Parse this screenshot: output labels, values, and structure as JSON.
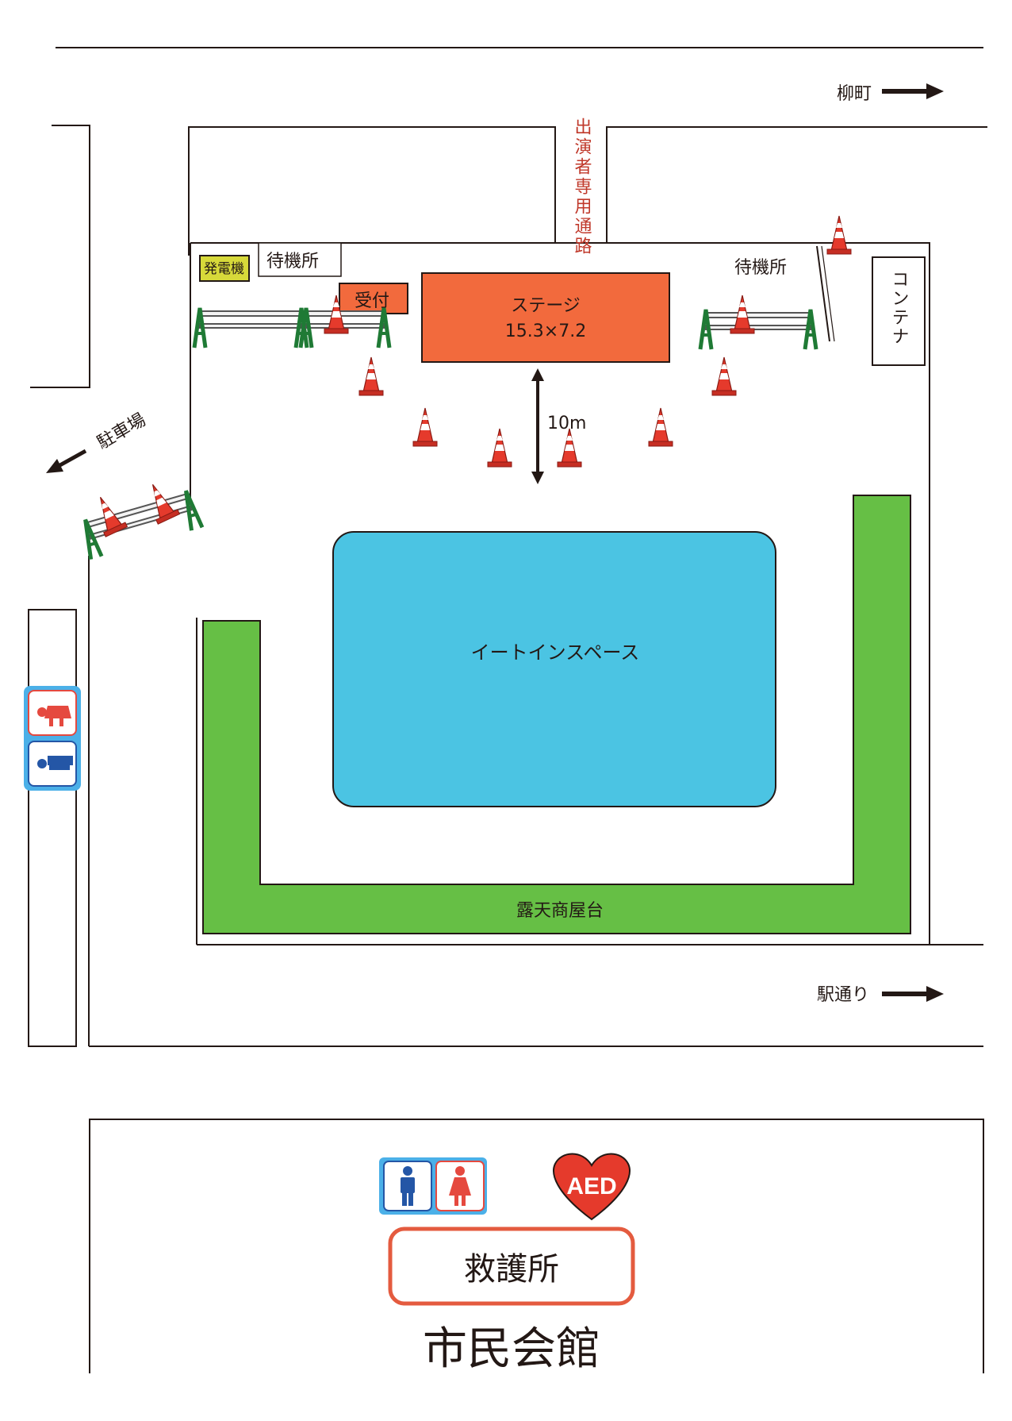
{
  "labels": {
    "yanagimachi": "柳町",
    "station_street": "駅通り",
    "parking": "駐車場",
    "performer_path": "出演者専用通路",
    "generator": "発電機",
    "waiting_left": "待機所",
    "waiting_right": "待機所",
    "reception": "受付",
    "stage_title": "ステージ",
    "stage_size": "15.3×7.2",
    "distance": "10m",
    "container": "コンテナ",
    "eat_in": "イートインスペース",
    "stalls": "露天商屋台",
    "aed": "AED",
    "first_aid": "救護所",
    "civic_hall": "市民会館"
  },
  "colors": {
    "stage": "#f26a3d",
    "eat_in": "#4bc4e3",
    "stalls": "#66bf45",
    "generator": "#d7d93a",
    "path_text": "#c0392b",
    "cone": "#e53a2c",
    "barrier": "#1f7a35",
    "toilet_frame": "#4bb0e8",
    "male": "#2456a6",
    "female": "#e5493f",
    "aed_heart": "#e53a2c",
    "first_aid_border": "#e45b3f"
  },
  "icons": [
    "arrow-right-icon",
    "arrow-left-icon",
    "traffic-cone-icon",
    "barrier-icon",
    "double-arrow-icon",
    "female-toilet-icon",
    "male-toilet-icon",
    "aed-heart-icon"
  ]
}
